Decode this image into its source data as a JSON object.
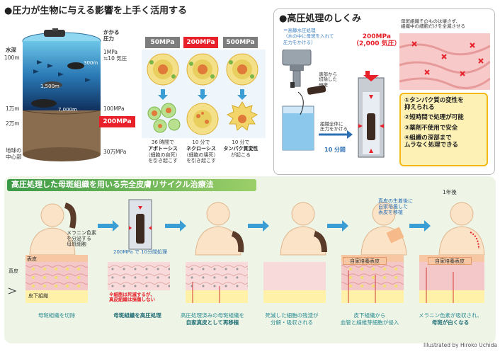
{
  "section1": {
    "title": "●圧力が生物に与える影響を上手く活用する",
    "depth_header": "水深",
    "pressure_header": "かかる\n圧力",
    "depths": [
      "100m",
      "1万m",
      "2万m",
      "地球の\n中心部"
    ],
    "sub_depths": [
      "300m",
      "1,500m",
      "7,000m"
    ],
    "pressures": [
      "1MPa\n≒10 気圧",
      "100MPa",
      "200MPa",
      "30万MPa"
    ],
    "columns": [
      {
        "label": "50MPa",
        "caption_time": "36 時間で",
        "caption_bold": "アポトーシス",
        "caption_rest": "（細胞の自死）\nを引き起こす"
      },
      {
        "label": "200MPa",
        "caption_time": "10 分で",
        "caption_bold": "ネクローシス",
        "caption_rest": "（細胞の壊死）\nを引き起こす"
      },
      {
        "label": "500MPa",
        "caption_time": "10 分で",
        "caption_bold": "タンパク質変性",
        "caption_rest": "が起こる"
      }
    ]
  },
  "section2": {
    "title": "●高圧処理のしくみ",
    "device_note": "＝高静水圧処理\n（水の中に母斑を入れて\n圧力をかける）",
    "pressure_label": "200MPa\n（2,000 気圧）",
    "cut_note": "患部から\n切除した\n母斑",
    "apply_note": "組織全体に\n圧力をかける",
    "time_label": "10 分間",
    "tissue_note": "母斑組織そのものは壊さず、\n組織中の細胞だけを全滅させる",
    "effects": [
      "①タンパク質の変性を\n抑えられる",
      "②短時間で処理が可能",
      "③薬剤不使用で安全",
      "④組織の深部まで\nムラなく処理できる"
    ]
  },
  "section3": {
    "title": "高圧処理した母斑組織を用いる完全皮膚リサイクル治療法",
    "melanin_note": "メラニン色素\nを分泌する\n母斑細胞",
    "process_note": "200MPa で 10分間処理",
    "graft_note": "真皮の生着後に\n自家培養した\n表皮を移植",
    "one_year": "1年後",
    "layer_epidermis": "表皮",
    "layer_dermis": "真皮",
    "layer_subcut": "皮下組織",
    "graft_tag": "自家培養表皮",
    "dead_note": "※細胞は死滅するが、\n真皮組織は損傷しない",
    "steps": [
      {
        "text": "母斑組織を切除",
        "bold": ""
      },
      {
        "text": "",
        "bold": "母斑組織を高圧処理"
      },
      {
        "text": "高圧処理済みの母斑組織を",
        "bold": "自家真皮として再移植"
      },
      {
        "text": "死滅した細胞の残渣が\n分解・吸収される",
        "bold": ""
      },
      {
        "text": "皮下組織から\n血管と線維芽細胞が侵入",
        "bold": ""
      },
      {
        "text": "メラニン色素が吸収され、",
        "bold": "母斑が白くなる"
      }
    ]
  },
  "credit": "Illustrated by Hiroko Uchida",
  "colors": {
    "accent_red": "#e8202a",
    "green": "#3a9a45",
    "blue_arrow": "#3a9dd4",
    "note_blue": "#3a7fc1",
    "yellow_box": "#fdf1b6"
  }
}
